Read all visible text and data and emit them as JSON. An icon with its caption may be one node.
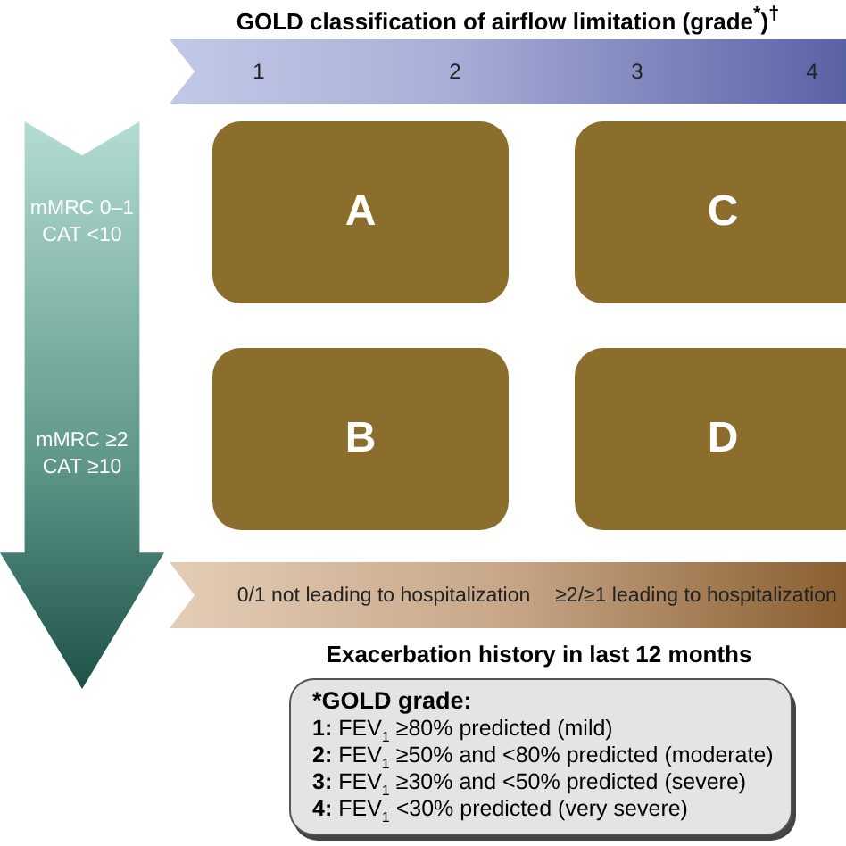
{
  "diagram": {
    "nodes": [
      {
        "text": [
          "1",
          "2",
          "3",
          "4"
        ],
        "beside": [
          "GOLD classification of airflow limitation (grade$^{*}$)$^{†}$"
        ]
      },
      {
        "text": [
          "mMRC 0–1 CAT <10",
          "mMRC ≥2 CAT ≥10"
        ]
      },
      {
        "text": [
          "A"
        ]
      },
      {
        "text": [
          "C"
        ]
      },
      {
        "text": [
          "B"
        ]
      },
      {
        "text": [
          "D"
        ]
      },
      {
        "text": [
          "0/1 not leading to hospitalization",
          "≥2/≥1 leading to hospitalization"
        ]
      },
      {
        "text": [
          "*GOLD grade:",
          "**1:** FEV$_{1}$ ≥80% predicted (mild)",
          "**2:** FEV$_{1}$ ≥50% and <80% predicted (moderate)",
          "**3:** FEV$_{1}$ ≥30% and <50% predicted (severe)",
          "**4:** FEV$_{1}$ <30% predicted (very severe)"
        ]
      }
    ],
    "edges": [],
    "labels": [
      "Exacerbation history in last 12 months"
    ]
  }
}
